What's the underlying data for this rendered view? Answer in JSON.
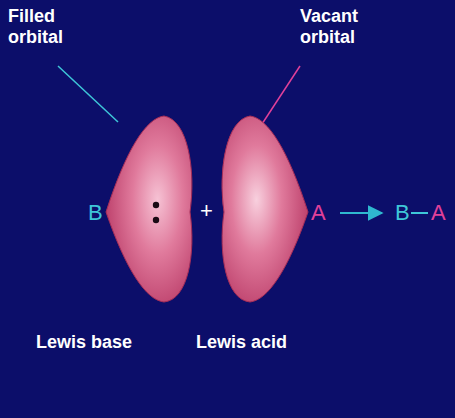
{
  "diagram": {
    "labels": [
      "Filled orbital",
      "Vacant orbital",
      "B",
      "+",
      "A",
      "B",
      "A",
      "Lewis base",
      "Lewis acid"
    ]
  }
}
